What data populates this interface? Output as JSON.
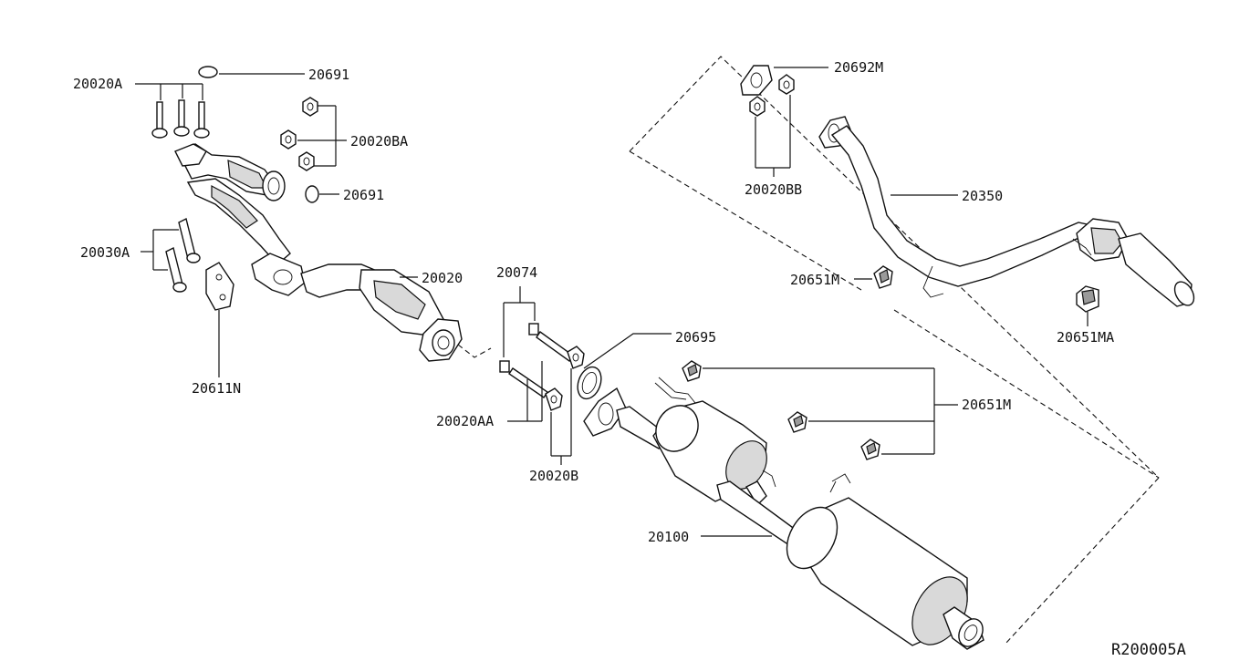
{
  "diagram": {
    "ref_code": "R200005A",
    "parts": {
      "p20020A": "20020A",
      "p20691_top": "20691",
      "p20020BA": "20020BA",
      "p20691_mid": "20691",
      "p20030A": "20030A",
      "p20020": "20020",
      "p20611N": "20611N",
      "p20074": "20074",
      "p20695": "20695",
      "p20020AA": "20020AA",
      "p20020B": "20020B",
      "p20692M": "20692M",
      "p20020BB": "20020BB",
      "p20350": "20350",
      "p20651M_left": "20651M",
      "p20651MA": "20651MA",
      "p20651M_right": "20651M",
      "p20100": "20100"
    }
  }
}
